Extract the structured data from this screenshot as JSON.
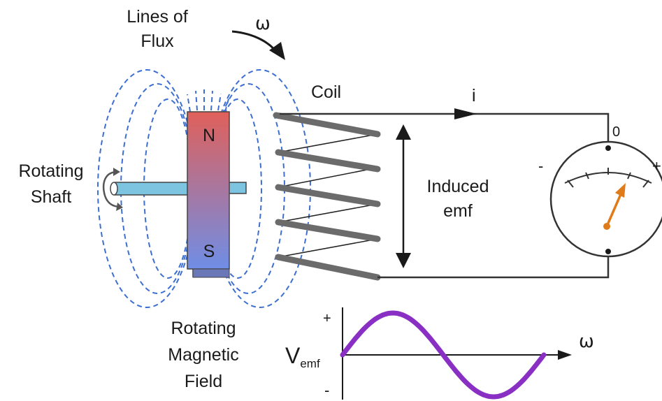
{
  "labels": {
    "lines_of_flux": [
      "Lines of",
      "Flux"
    ],
    "omega_top": "ω",
    "coil": "Coil",
    "current": "i",
    "rotating_shaft": [
      "Rotating",
      "Shaft"
    ],
    "magnet_north": "N",
    "magnet_south": "S",
    "induced_emf": [
      "Induced",
      "emf"
    ],
    "meter_zero": "0",
    "meter_minus": "-",
    "meter_plus": "+",
    "rotating_field": [
      "Rotating",
      "Magnetic",
      "Field"
    ],
    "graph_plus": "+",
    "graph_minus": "-",
    "v_emf_main": "V",
    "v_emf_sub": "emf",
    "omega_axis": "ω"
  },
  "colors": {
    "flux_lines": "#3d6fd1",
    "coil": "#6b6b6b",
    "shaft": "#7cc4e0",
    "magnet_top": "#e0605a",
    "magnet_bottom": "#6f8ee6",
    "needle": "#e07b1a",
    "waveform": "#8a2fc4",
    "wire": "#333333"
  },
  "waveform": {
    "type": "sine",
    "cycles": 1
  }
}
